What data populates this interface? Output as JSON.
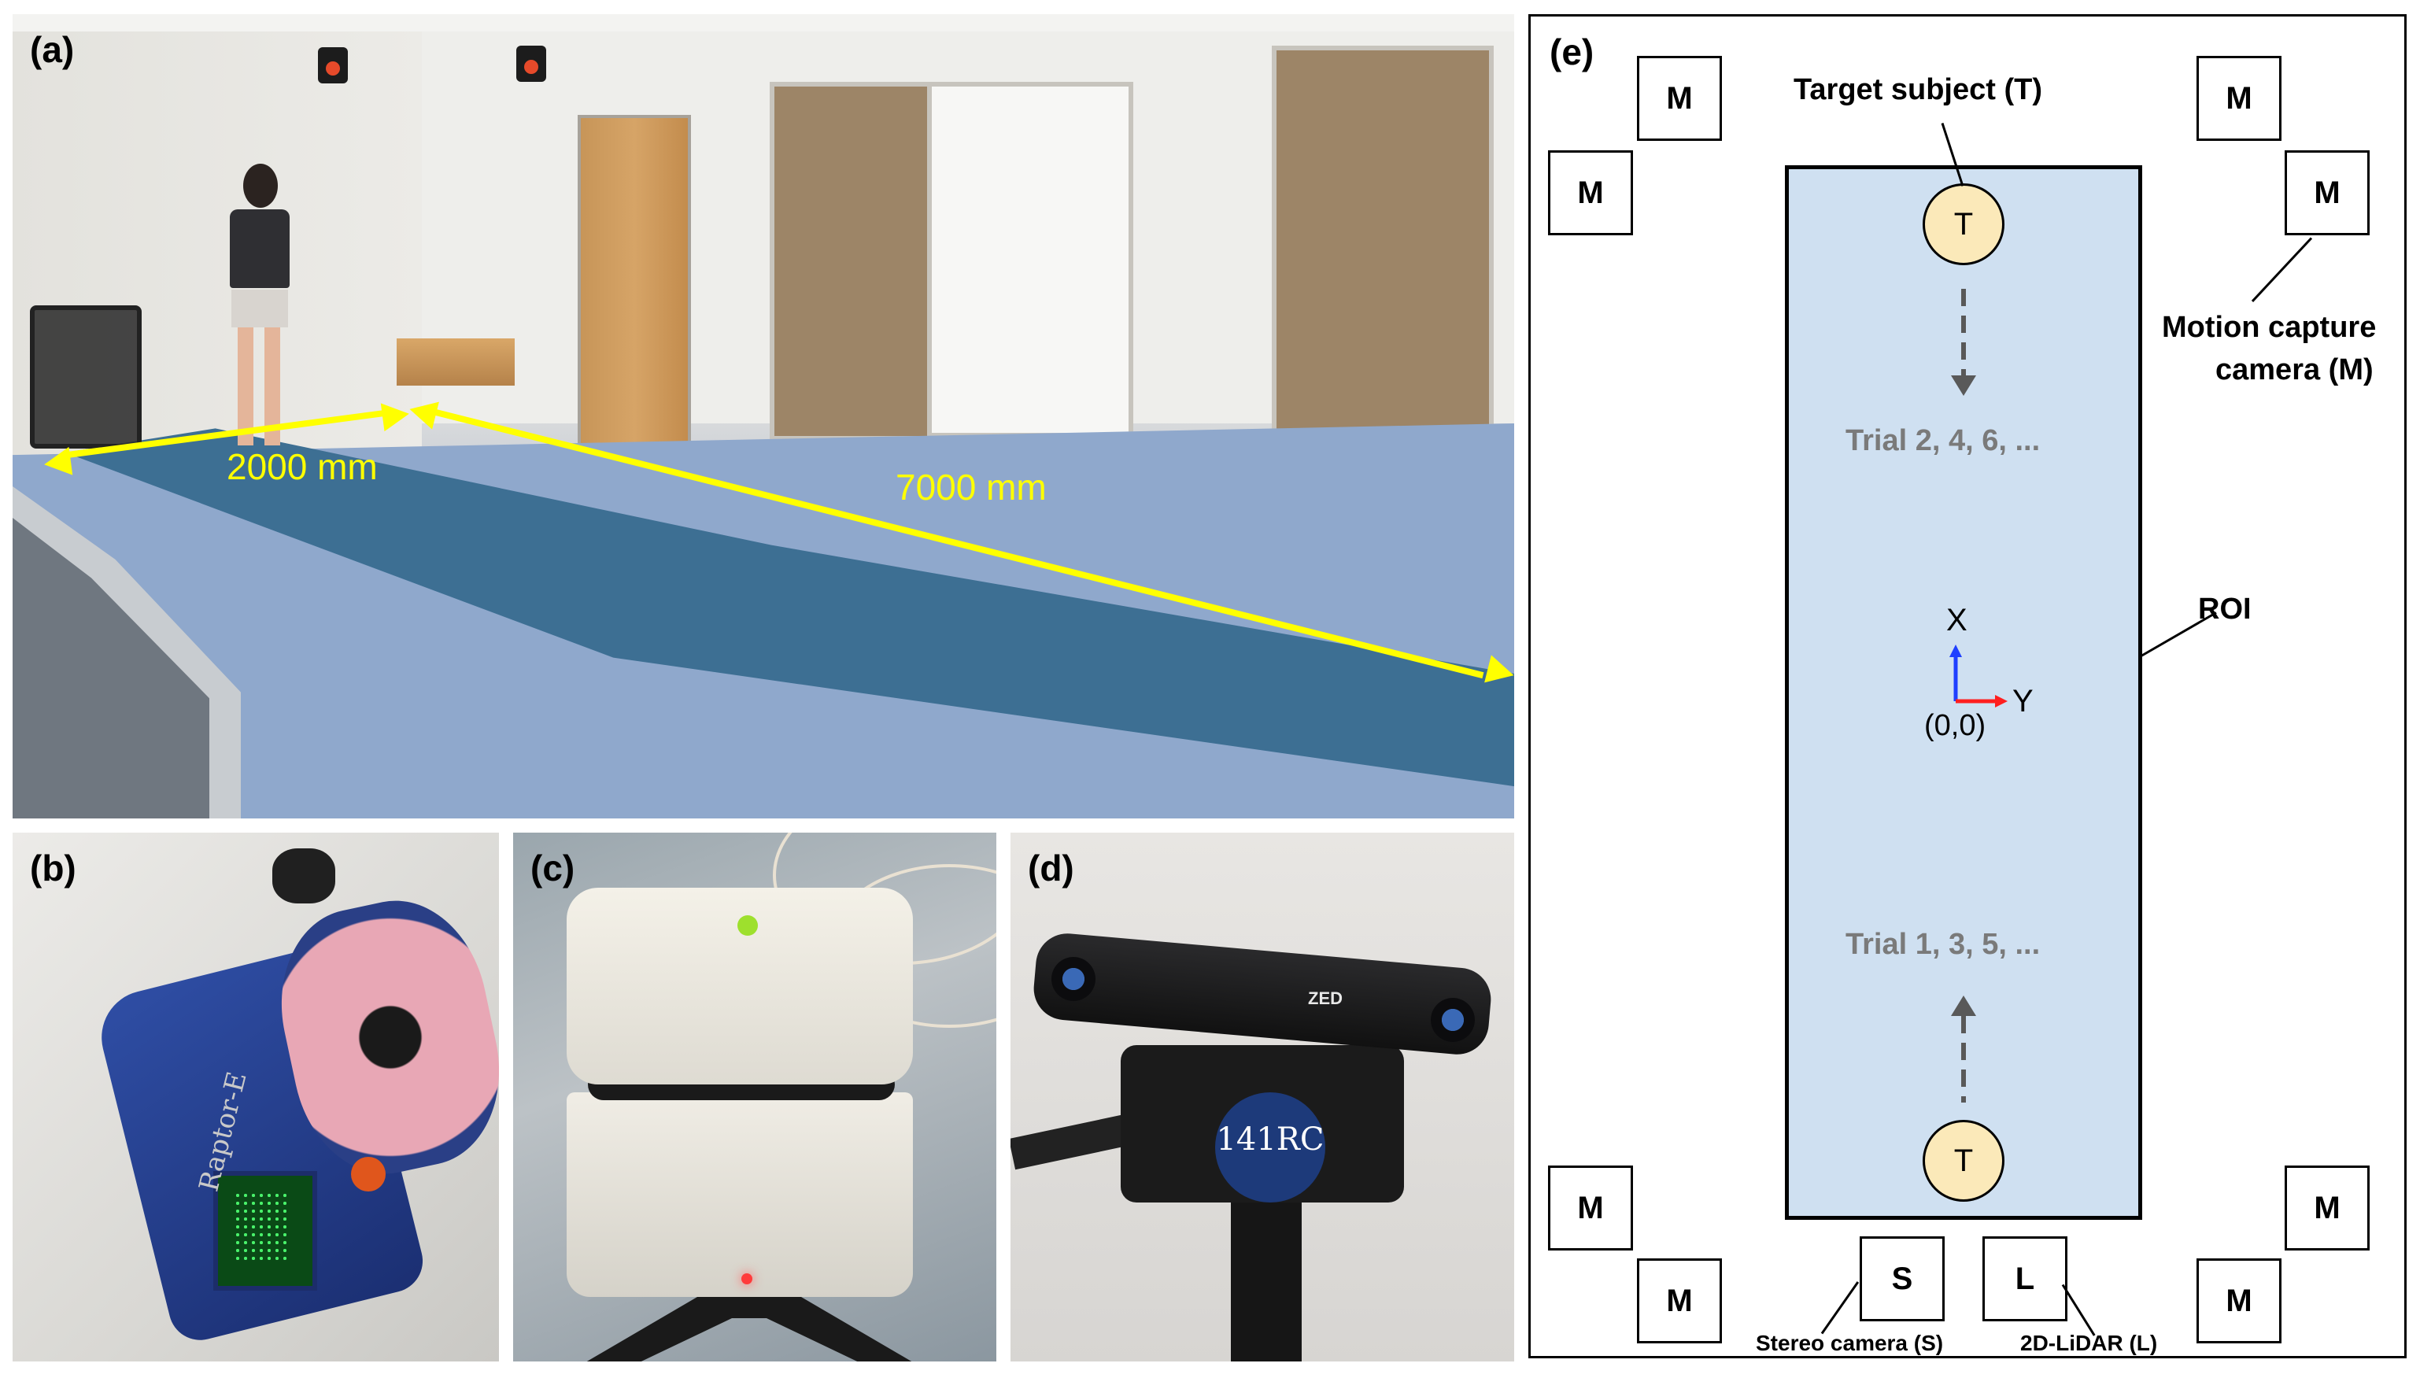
{
  "panels": {
    "a": {
      "label": "(a)",
      "dim_short": "2000 mm",
      "dim_long": "7000 mm"
    },
    "b": {
      "label": "(b)",
      "device_text": "Raptor-E"
    },
    "c": {
      "label": "(c)"
    },
    "d": {
      "label": "(d)",
      "zed_text": "ZED",
      "badge_text": "141RC"
    },
    "e": {
      "label": "(e)",
      "motion_box": "M",
      "target_circle": "T",
      "stereo_box": "S",
      "lidar_box": "L",
      "target_label": "Target subject (T)",
      "motion_label_line1": "Motion capture",
      "motion_label_line2": "camera (M)",
      "trial_top": "Trial 2, 4, 6, ...",
      "trial_bottom": "Trial 1, 3, 5, ...",
      "roi_label": "ROI",
      "axis_x": "X",
      "axis_y": "Y",
      "origin": "(0,0)",
      "stereo_label": "Stereo camera (S)",
      "lidar_label": "2D-LiDAR (L)"
    }
  },
  "colors": {
    "roi_fill": "#cfe0f1",
    "target_fill": "#fbe9b9",
    "dimension_arrow": "#ffff00",
    "trial_text": "#7a7a7a",
    "axis_x": "#1f3fff",
    "axis_y": "#ff1f1f"
  }
}
